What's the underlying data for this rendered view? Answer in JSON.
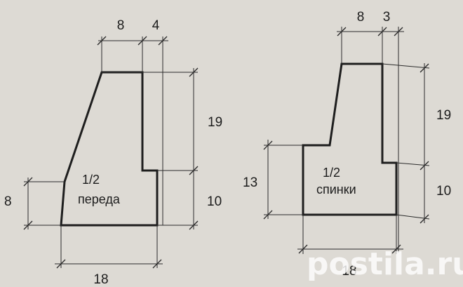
{
  "front": {
    "label_fraction": "1/2",
    "label_name": "переда",
    "dims": {
      "top_width": "8",
      "top_step": "4",
      "upper_height": "19",
      "lower_height": "10",
      "side_height": "8",
      "bottom_width": "18"
    }
  },
  "back": {
    "label_fraction": "1/2",
    "label_name": "спинки",
    "dims": {
      "top_width": "8",
      "top_step": "3",
      "upper_height": "19",
      "lower_height": "10",
      "side_height": "13",
      "bottom_width": "18"
    }
  },
  "watermark": "postila.ru"
}
